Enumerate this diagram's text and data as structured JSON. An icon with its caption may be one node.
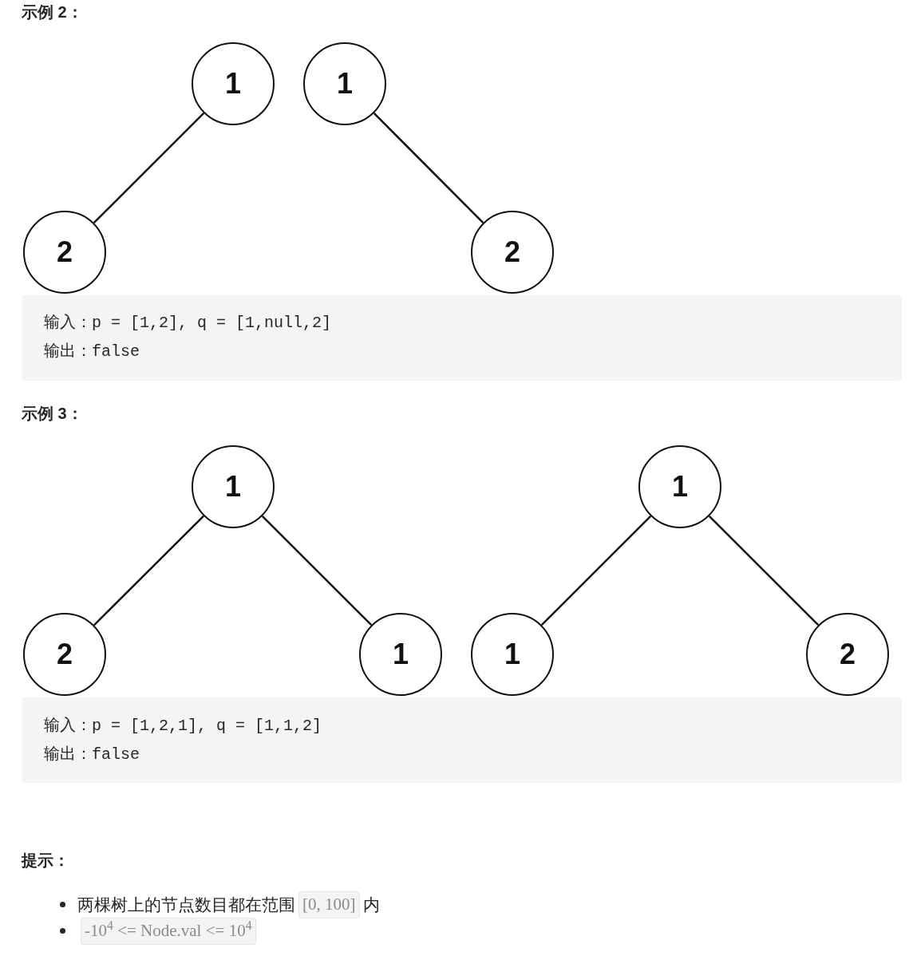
{
  "diagram": {
    "nodes": [
      {
        "text": [
          "1"
        ]
      },
      {
        "text": [
          "2"
        ]
      },
      {
        "text": [
          "1"
        ]
      },
      {
        "text": [
          "2"
        ]
      },
      {
        "text": [
          "1"
        ]
      },
      {
        "text": [
          "2"
        ]
      },
      {
        "text": [
          "1"
        ]
      },
      {
        "text": [
          "1"
        ]
      },
      {
        "text": [
          "1"
        ]
      },
      {
        "text": [
          "2"
        ]
      }
    ],
    "edges": [
      {
        "from": 0,
        "to": 1,
        "arrow": "none"
      },
      {
        "from": 2,
        "to": 3,
        "arrow": "none"
      },
      {
        "from": 4,
        "to": 5,
        "arrow": "none"
      },
      {
        "from": 4,
        "to": 6,
        "arrow": "none"
      },
      {
        "from": 7,
        "to": 8,
        "arrow": "none"
      },
      {
        "from": 7,
        "to": 9,
        "arrow": "none"
      }
    ],
    "labels": [
      "示例 2：",
      "输入：p = [1,2], q = [1,null,2]",
      "输出：false",
      "示例 3：",
      "输入：p = [1,2,1], q = [1,1,2]",
      "输出：false",
      "提示：",
      "两棵树上的节点数目都在范围",
      "[0, 100]",
      "内",
      "-10$^{4}$ <= Node.val <= 10$^{4}$"
    ]
  }
}
